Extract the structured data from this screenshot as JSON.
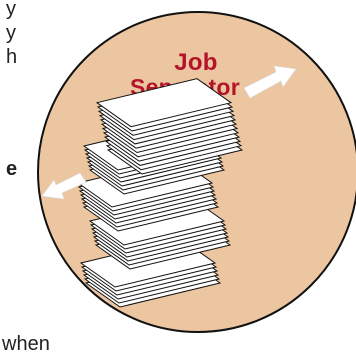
{
  "figure": {
    "title_line1": "Job",
    "title_line2": "Separator",
    "colors": {
      "circle_fill": "#ecc6a0",
      "circle_stroke": "#111111",
      "title": "#b4142a",
      "sheet_fill": "#ffffff",
      "sheet_stroke": "#111111",
      "arrow": "#ffffff"
    },
    "icons": [
      "paper-stack-icon",
      "arrow-right-up-icon",
      "arrow-left-down-icon"
    ]
  },
  "left_text_fragments": [
    "y",
    "y",
    "h",
    "e",
    "when"
  ]
}
